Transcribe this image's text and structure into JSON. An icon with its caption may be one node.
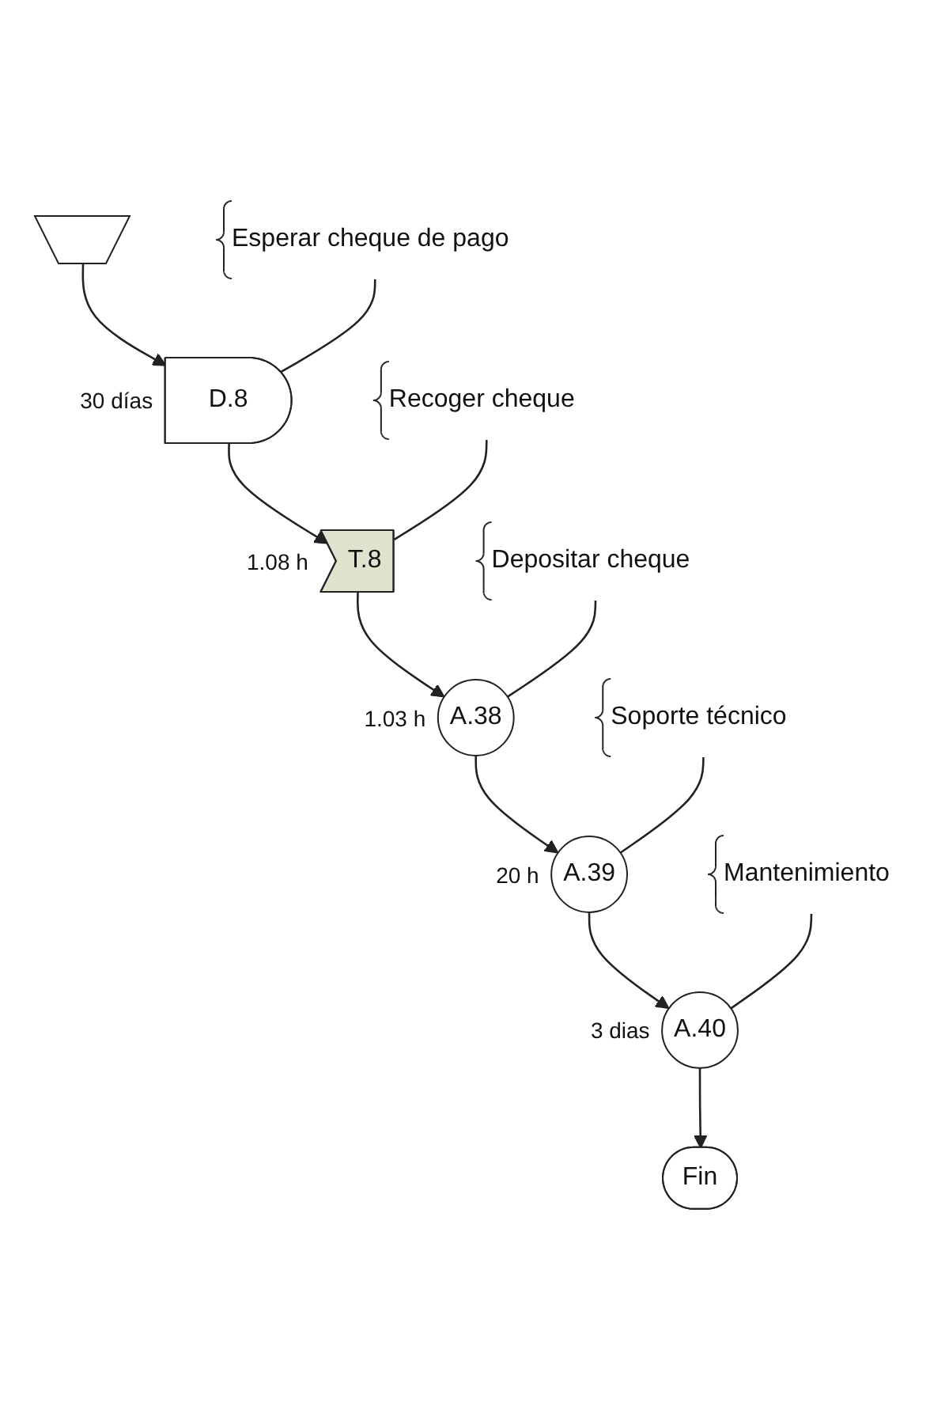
{
  "diagram": {
    "nodes": [
      {
        "text": [],
        "shape": "pentagon"
      },
      {
        "text": [
          "D.8"
        ],
        "beside": [
          "30 días"
        ]
      },
      {
        "text": [
          "T.8"
        ],
        "beside": [
          "1.08 h"
        ]
      },
      {
        "text": [
          "A.38"
        ],
        "beside": [
          "1.03 h"
        ]
      },
      {
        "text": [
          "A.39"
        ],
        "beside": [
          "20 h"
        ]
      },
      {
        "text": [
          "A.40"
        ],
        "beside": [
          "3 dias"
        ]
      },
      {
        "text": [
          "Fin"
        ]
      },
      {
        "text": [
          "Esperar cheque de pago"
        ]
      },
      {
        "text": [
          "Recoger cheque"
        ]
      },
      {
        "text": [
          "Depositar cheque"
        ]
      },
      {
        "text": [
          "Soporte técnico"
        ]
      },
      {
        "text": [
          "Mantenimiento"
        ]
      }
    ],
    "edges": [
      {
        "from": 0,
        "to": 1,
        "arrow": "to"
      },
      {
        "from": 1,
        "to": 2,
        "arrow": "to"
      },
      {
        "from": 2,
        "to": 3,
        "arrow": "to"
      },
      {
        "from": 3,
        "to": 4,
        "arrow": "to"
      },
      {
        "from": 4,
        "to": 5,
        "arrow": "to"
      },
      {
        "from": 5,
        "to": 6,
        "arrow": "to"
      },
      {
        "from": 7,
        "to": 1,
        "arrow": "none"
      },
      {
        "from": 8,
        "to": 2,
        "arrow": "none"
      },
      {
        "from": 9,
        "to": 3,
        "arrow": "none"
      },
      {
        "from": 10,
        "to": 4,
        "arrow": "none"
      },
      {
        "from": 11,
        "to": 5,
        "arrow": "none"
      }
    ]
  }
}
